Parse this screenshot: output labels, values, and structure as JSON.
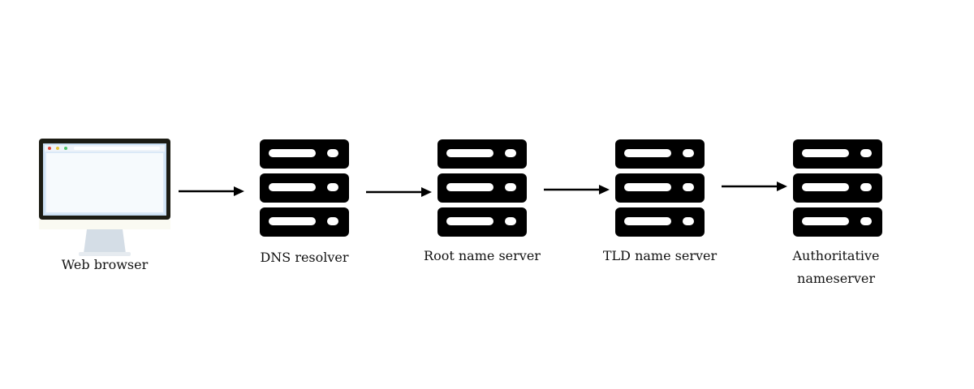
{
  "nodes": [
    {
      "id": "web-browser",
      "label": "Web browser"
    },
    {
      "id": "dns-resolver",
      "label": "DNS resolver"
    },
    {
      "id": "root-name-server",
      "label": "Root name server"
    },
    {
      "id": "tld-name-server",
      "label": "TLD name server"
    },
    {
      "id": "authoritative-nameserver",
      "label_line1": "Authoritative",
      "label_line2": "nameserver"
    }
  ],
  "icons": {
    "browser": "monitor-browser-icon",
    "server": "server-rack-icon",
    "arrow": "arrow-right-icon"
  },
  "colors": {
    "icon": "#000000",
    "monitor_frame": "#1c1c14",
    "screen_glow": "#dbe9f7",
    "screen_page": "#ffffff",
    "stand": "#d4dde6",
    "window_red": "#e0443a",
    "window_yellow": "#e8c53a",
    "window_green": "#4cc36a"
  }
}
